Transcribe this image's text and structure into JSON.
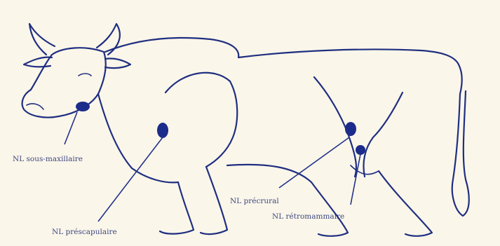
{
  "colors": {
    "background": "#fbf6ea",
    "outline": "#1f2f80",
    "lymph_node": "#1c2c8a",
    "label_text": "#1a2a6e"
  },
  "labels": {
    "mandibular": "NL sous-maxillaire",
    "prescapular": "NL préscapulaire",
    "precrural": "NL précrural",
    "retromammary": "NL rétromammaire"
  }
}
